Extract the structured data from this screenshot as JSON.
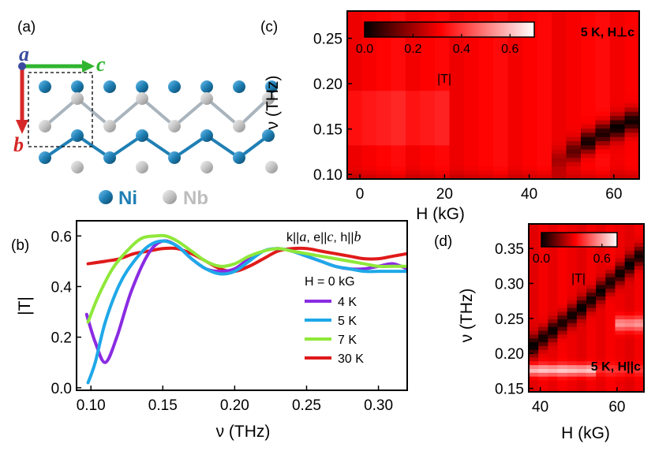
{
  "panels": {
    "a": {
      "label": "(a)",
      "axis_a": "a",
      "axis_b": "b",
      "axis_c": "c",
      "legend": [
        {
          "name": "Ni",
          "color": "#1f7fb4"
        },
        {
          "name": "Nb",
          "color": "#bdbdbd"
        }
      ]
    },
    "b": {
      "label": "(b)"
    },
    "c": {
      "label": "(c)"
    },
    "d": {
      "label": "(d)"
    }
  },
  "colors": {
    "line_4K": "#8a2be2",
    "line_5K": "#1ea8e8",
    "line_7K": "#8fe83a",
    "line_30K": "#e01a1a"
  },
  "chart_data": [
    {
      "id": "b",
      "type": "line",
      "title": "k||a, e||c, h||b",
      "xlabel": "ν (THz)",
      "ylabel": "|T|",
      "xlim": [
        0.09,
        0.32
      ],
      "ylim": [
        -0.01,
        0.66
      ],
      "x_ticks": [
        0.1,
        0.15,
        0.2,
        0.25,
        0.3
      ],
      "y_ticks": [
        0.0,
        0.2,
        0.4,
        0.6
      ],
      "legend_title": "H = 0 kG",
      "legend_position": "right",
      "series": [
        {
          "name": "4 K",
          "color": "#8a2be2",
          "x": [
            0.097,
            0.103,
            0.11,
            0.118,
            0.128,
            0.14,
            0.15,
            0.16,
            0.17,
            0.18,
            0.19,
            0.2,
            0.21,
            0.22,
            0.23,
            0.24,
            0.25,
            0.26,
            0.27,
            0.28,
            0.29,
            0.3,
            0.31,
            0.32
          ],
          "y": [
            0.29,
            0.18,
            0.1,
            0.2,
            0.38,
            0.53,
            0.58,
            0.56,
            0.51,
            0.47,
            0.46,
            0.47,
            0.51,
            0.54,
            0.55,
            0.54,
            0.52,
            0.5,
            0.48,
            0.47,
            0.47,
            0.48,
            0.49,
            0.47
          ]
        },
        {
          "name": "5 K",
          "color": "#1ea8e8",
          "x": [
            0.098,
            0.103,
            0.11,
            0.12,
            0.13,
            0.14,
            0.15,
            0.16,
            0.17,
            0.18,
            0.19,
            0.2,
            0.21,
            0.22,
            0.23,
            0.24,
            0.25,
            0.26,
            0.27,
            0.28,
            0.29,
            0.3,
            0.31,
            0.32
          ],
          "y": [
            0.02,
            0.1,
            0.26,
            0.41,
            0.5,
            0.56,
            0.58,
            0.56,
            0.51,
            0.47,
            0.45,
            0.46,
            0.5,
            0.54,
            0.55,
            0.54,
            0.52,
            0.5,
            0.48,
            0.47,
            0.46,
            0.46,
            0.46,
            0.46
          ]
        },
        {
          "name": "7 K",
          "color": "#8fe83a",
          "x": [
            0.098,
            0.105,
            0.115,
            0.125,
            0.135,
            0.145,
            0.152,
            0.16,
            0.17,
            0.18,
            0.19,
            0.2,
            0.21,
            0.22,
            0.23,
            0.24,
            0.25,
            0.26,
            0.27,
            0.28,
            0.29,
            0.3,
            0.31,
            0.32
          ],
          "y": [
            0.26,
            0.36,
            0.47,
            0.54,
            0.59,
            0.6,
            0.6,
            0.58,
            0.54,
            0.5,
            0.48,
            0.49,
            0.52,
            0.54,
            0.55,
            0.54,
            0.53,
            0.52,
            0.51,
            0.5,
            0.49,
            0.48,
            0.48,
            0.48
          ]
        },
        {
          "name": "30 K",
          "color": "#e01a1a",
          "x": [
            0.098,
            0.11,
            0.12,
            0.13,
            0.14,
            0.15,
            0.16,
            0.17,
            0.18,
            0.19,
            0.2,
            0.21,
            0.22,
            0.23,
            0.24,
            0.25,
            0.26,
            0.27,
            0.28,
            0.29,
            0.3,
            0.31,
            0.32
          ],
          "y": [
            0.49,
            0.5,
            0.51,
            0.53,
            0.54,
            0.55,
            0.55,
            0.53,
            0.5,
            0.47,
            0.46,
            0.48,
            0.51,
            0.54,
            0.55,
            0.55,
            0.54,
            0.53,
            0.52,
            0.51,
            0.51,
            0.52,
            0.53
          ]
        }
      ]
    },
    {
      "id": "c",
      "type": "heatmap",
      "annotation": "5 K, H⊥c",
      "xlabel": "H (kG)",
      "ylabel": "ν (THz)",
      "xlim": [
        -3,
        66
      ],
      "ylim": [
        0.095,
        0.28
      ],
      "x_ticks": [
        0,
        20,
        40,
        60
      ],
      "y_ticks": [
        0.1,
        0.15,
        0.2,
        0.25
      ],
      "colorbar": {
        "label": "|T|",
        "ticks": [
          0.0,
          0.2,
          0.4,
          0.6
        ],
        "range": [
          0.0,
          0.7
        ],
        "position": "top-left"
      },
      "features": [
        {
          "description": "absorption minimum",
          "H": [
            48,
            52,
            56,
            60,
            64
          ],
          "nu": [
            0.118,
            0.13,
            0.142,
            0.15,
            0.158
          ]
        }
      ]
    },
    {
      "id": "d",
      "type": "heatmap",
      "annotation": "5 K, H||c",
      "xlabel": "H (kG)",
      "ylabel": "ν (THz)",
      "xlim": [
        37,
        67
      ],
      "ylim": [
        0.145,
        0.385
      ],
      "x_ticks": [
        40,
        60
      ],
      "y_ticks": [
        0.15,
        0.2,
        0.25,
        0.3,
        0.35
      ],
      "colorbar": {
        "label": "|T|",
        "ticks": [
          0.0,
          0.6
        ],
        "range": [
          0.0,
          0.75
        ],
        "position": "top-left"
      },
      "features": [
        {
          "description": "absorption minimum",
          "H": [
            38,
            45,
            52,
            58,
            64
          ],
          "nu": [
            0.21,
            0.24,
            0.27,
            0.3,
            0.33
          ]
        }
      ]
    }
  ]
}
